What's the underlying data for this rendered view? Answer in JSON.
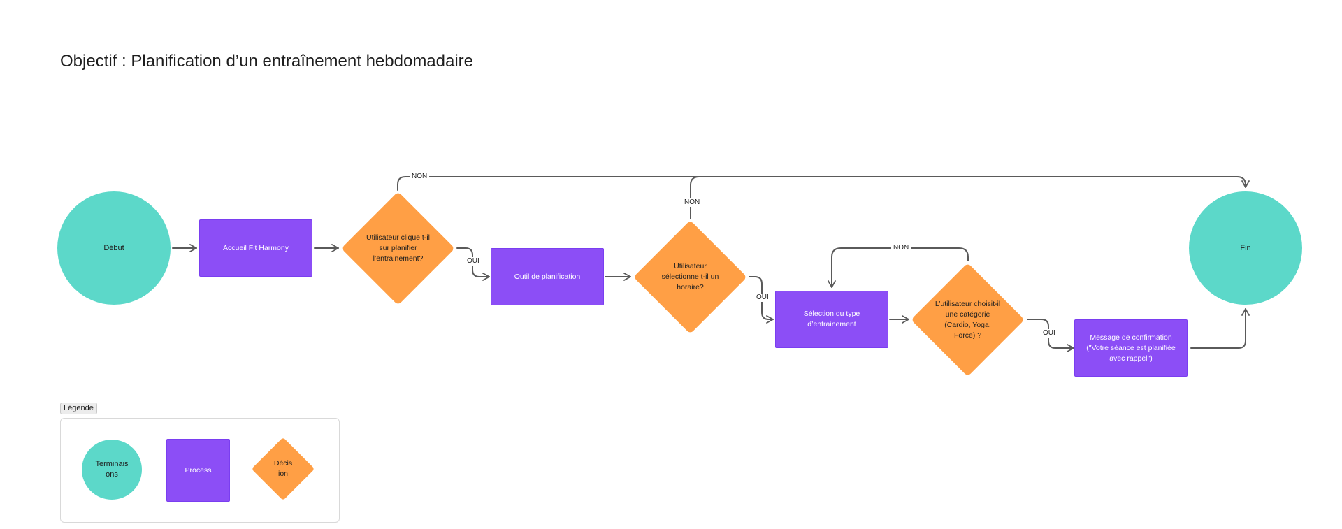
{
  "title": "Objectif : Planification d’un entraînement hebdomadaire",
  "colors": {
    "terminal": "#5cd8c9",
    "process": "#8c4ef6",
    "decision": "#ff9f45",
    "connector": "#5a5a5a"
  },
  "nodes": {
    "debut": "Début",
    "accueil": "Accueil Fit Harmony",
    "decision1": "Utilisateur clique t-il sur planifier l’entrainement?",
    "outil": "Outil de planification",
    "decision2": "Utilisateur sélectionne t-il un horaire?",
    "selection": "Sélection du type d’entrainement",
    "decision3": "L’utilisateur choisit-il une catégorie (Cardio, Yoga, Force) ?",
    "message": "Message de confirmation (\"Votre séance est planifiée avec rappel\")",
    "fin": "Fin"
  },
  "edges": {
    "non1": "NON",
    "non2": "NON",
    "non3": "NON",
    "oui1": "OUI",
    "oui2": "OUI",
    "oui3": "OUI"
  },
  "legend": {
    "title": "Légende",
    "terminal": "Terminais ons",
    "process": "Process",
    "decision": "Décis ion"
  }
}
